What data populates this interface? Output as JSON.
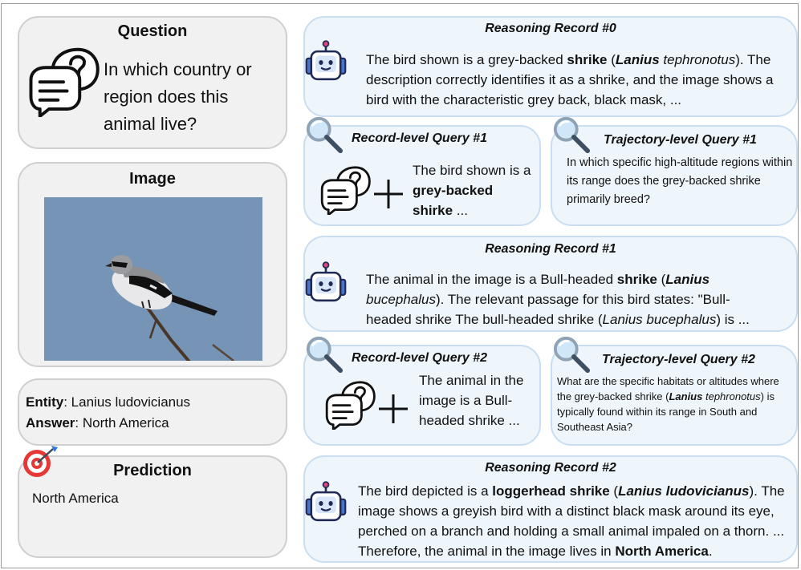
{
  "question": {
    "title": "Question",
    "text": "In which country or region does this animal live?"
  },
  "image_card": {
    "title": "Image"
  },
  "entity": {
    "label": "Entity",
    "value": ": Lanius ludovicianus"
  },
  "answer": {
    "label": "Answer",
    "value": ": North America"
  },
  "prediction": {
    "title": "Prediction",
    "text": "North America"
  },
  "records": [
    {
      "title": "Reasoning Record #0",
      "s1": "The bird shown is a grey-backed ",
      "b1": "shrike",
      "s2": " (",
      "bi1": "Lanius",
      "s3": " ",
      "i1": "tephronotus",
      "s4": "). The description correctly identifies it as a shrike, and the image shows a bird with the characteristic grey back, black mask, ..."
    },
    {
      "title": "Reasoning Record #1",
      "s1": "The animal in the image is a Bull-headed ",
      "b1": "shrike",
      "s2": " (",
      "bi1": "Lanius",
      "s3": " ",
      "i1": "bucephalus",
      "s4": "). The relevant passage for this bird states: \"Bull-headed shrike The bull-headed shrike (",
      "i2": "Lanius bucephalus",
      "s5": ") is ..."
    },
    {
      "title": "Reasoning Record #2",
      "s1": "The bird depicted is a ",
      "b1": "loggerhead shrike",
      "s2": " (",
      "bi1": "Lanius ludovicianus",
      "s3": "). The image shows a greyish bird with a distinct black mask around its eye, perched on a branch and holding a small animal impaled on a thorn. ... Therefore, the animal in the image lives in ",
      "b2": "North America",
      "s4": "."
    }
  ],
  "record_queries": [
    {
      "title": "Record-level Query #1",
      "s1": "The bird shown is a ",
      "b1": "grey-backed shirke",
      "s2": " ..."
    },
    {
      "title": "Record-level Query #2",
      "text": "The animal in the image is a Bull-headed shrike ..."
    }
  ],
  "trajectory_queries": [
    {
      "title": "Trajectory-level Query #1",
      "text": "In which specific high-altitude regions within its range does the grey-backed shrike primarily breed?"
    },
    {
      "title": "Trajectory-level Query #2",
      "s1": "What are the specific habitats or altitudes where the grey-backed shrike (",
      "bi1": "Lanius",
      "s2": " ",
      "i1": "tephronotus",
      "s3": ") is typically found within its range in South and Southeast Asia?"
    }
  ],
  "icons": {
    "question": "speech-bubbles-question-icon",
    "robot": "robot-icon",
    "search": "magnifier-icon",
    "plus": "plus-icon",
    "target": "target-icon"
  },
  "colors": {
    "left_card_bg": "#f1f1f1",
    "left_card_border": "#cfcfcf",
    "record_card_bg": "#eef5fb",
    "record_card_border": "#c9def0",
    "robot_navy": "#1f2a55",
    "robot_pink": "#e0457b",
    "sky": "#7694b6"
  }
}
